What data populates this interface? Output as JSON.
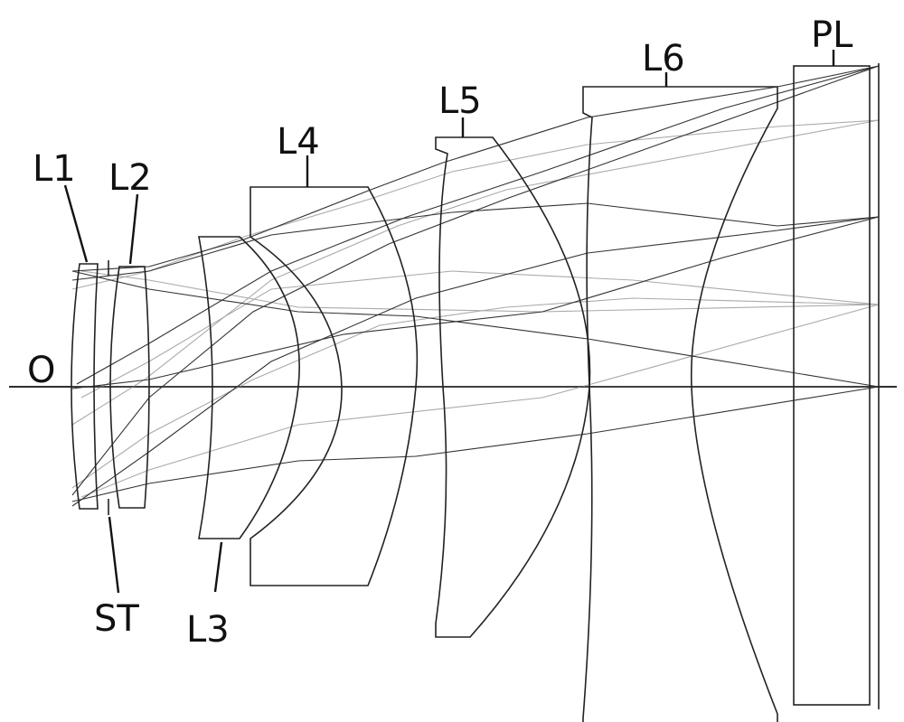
{
  "labels": {
    "origin": "O",
    "l1": "L1",
    "l2": "L2",
    "stop": "ST",
    "l3": "L3",
    "l4": "L4",
    "l5": "L5",
    "l6": "L6",
    "plate": "PL"
  }
}
